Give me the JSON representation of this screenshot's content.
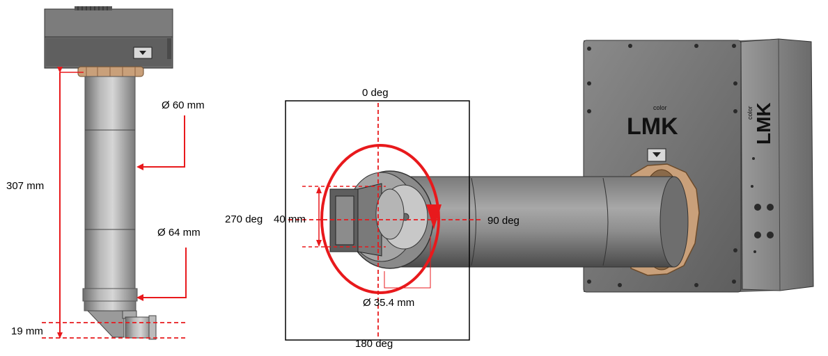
{
  "left_view": {
    "diameter_top": "Ø 60 mm",
    "diameter_bottom": "Ø 64 mm",
    "length": "307 mm",
    "offset": "19 mm"
  },
  "right_view": {
    "angle_top": "0 deg",
    "angle_right": "90 deg",
    "angle_bottom": "180 deg",
    "angle_left": "270 deg",
    "aperture_height": "40 mm",
    "exit_diameter": "Ø 35.4 mm"
  },
  "logo": {
    "brand": "LMK",
    "sub": "color"
  },
  "colors": {
    "dimension": "#e8191c",
    "body": "#8c8c8c",
    "ring": "#c9a07a"
  }
}
